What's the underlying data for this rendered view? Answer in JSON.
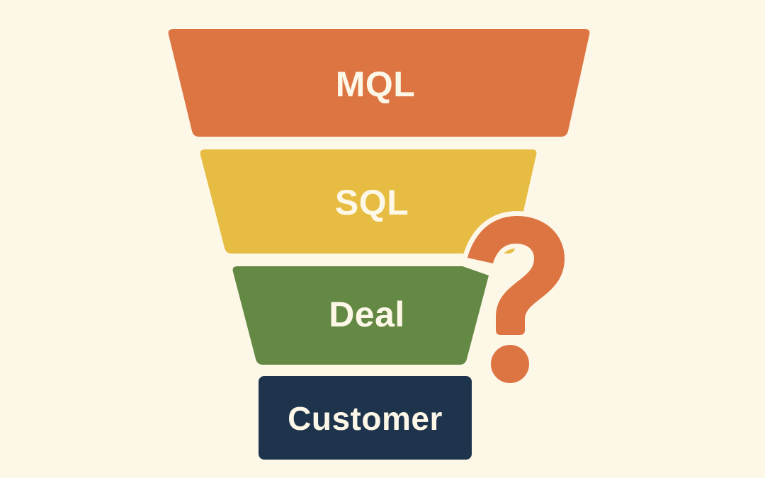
{
  "diagram": {
    "type": "funnel",
    "background": "#fdf7e8",
    "stages": [
      {
        "label": "MQL",
        "color": "#dd7543"
      },
      {
        "label": "SQL",
        "color": "#e6bd42"
      },
      {
        "label": "Deal",
        "color": "#648944"
      },
      {
        "label": "Customer",
        "color": "#1e344c"
      }
    ],
    "annotation": {
      "symbol": "?",
      "name": "question-mark",
      "color": "#dd7543"
    }
  }
}
